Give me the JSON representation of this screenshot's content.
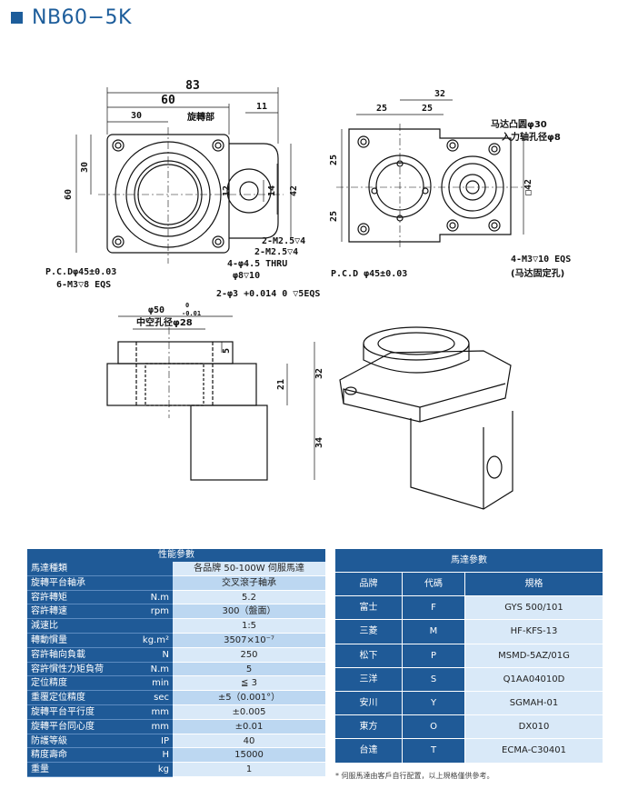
{
  "title": "NB60−5K",
  "drawing": {
    "top_dims": {
      "d83": "83",
      "d60": "60",
      "d30": "30",
      "d11": "11",
      "d30v": "30",
      "d60v": "60",
      "d12": "12",
      "d14": "14",
      "d42": "42",
      "rot_label": "旋轉部"
    },
    "front_callouts": {
      "m2_1": "2-M2.5▽4",
      "m2_2": "2-M2.5▽4",
      "holes": "4-φ4.5 THRU",
      "cbore": "φ8▽10",
      "pin": "2-φ3 +0.014 0 ▽5EQS",
      "pcd": "P.C.Dφ45±0.03",
      "m3": "6-M3▽8 EQS"
    },
    "right_view": {
      "d32": "32",
      "d25a": "25",
      "d25b": "25",
      "d25v1": "25",
      "d25v2": "25",
      "sq42": "□42",
      "motor_boss": "马达凸圆φ30",
      "input_shaft": "入力轴孔径φ8",
      "m3_holes": "4-M3▽10 EQS",
      "m3_note": "(马达固定孔)",
      "pcd": "P.C.D φ45±0.03"
    },
    "side_view": {
      "d50": "φ50",
      "d50_tol_up": "0",
      "d50_tol_dn": "-0.01",
      "hollow": "中空孔径φ28",
      "d5": "5",
      "d21": "21",
      "d32": "32",
      "d34": "34"
    }
  },
  "spec_table": {
    "title": "性能參數",
    "rows": [
      {
        "label": "馬達種類",
        "unit": "",
        "value": "各品牌 50-100W 伺服馬達"
      },
      {
        "label": "旋轉平台軸承",
        "unit": "",
        "value": "交叉滾子軸承"
      },
      {
        "label": "容許轉矩",
        "unit": "N.m",
        "value": "5.2"
      },
      {
        "label": "容許轉速",
        "unit": "rpm",
        "value": "300（盤面）"
      },
      {
        "label": "減速比",
        "unit": "",
        "value": "1:5"
      },
      {
        "label": "轉動慣量",
        "unit": "kg.m²",
        "value": "3507×10⁻⁷"
      },
      {
        "label": "容許軸向負載",
        "unit": "N",
        "value": "250"
      },
      {
        "label": "容許慣性力矩負荷",
        "unit": "N.m",
        "value": "5"
      },
      {
        "label": "定位精度",
        "unit": "min",
        "value": "≦ 3"
      },
      {
        "label": "重覆定位精度",
        "unit": "sec",
        "value": "±5（0.001°）"
      },
      {
        "label": "旋轉平台平行度",
        "unit": "mm",
        "value": "±0.005"
      },
      {
        "label": "旋轉平台同心度",
        "unit": "mm",
        "value": "±0.01"
      },
      {
        "label": "防護等級",
        "unit": "IP",
        "value": "40"
      },
      {
        "label": "精度壽命",
        "unit": "H",
        "value": "15000"
      },
      {
        "label": "重量",
        "unit": "kg",
        "value": "1"
      }
    ]
  },
  "motor_table": {
    "title": "馬達參數",
    "columns": [
      "品牌",
      "代碼",
      "規格"
    ],
    "rows": [
      {
        "brand": "富士",
        "code": "F",
        "spec": "GYS 500/101"
      },
      {
        "brand": "三菱",
        "code": "M",
        "spec": "HF-KFS-13"
      },
      {
        "brand": "松下",
        "code": "P",
        "spec": "MSMD-5AZ/01G"
      },
      {
        "brand": "三洋",
        "code": "S",
        "spec": "Q1AA04010D"
      },
      {
        "brand": "安川",
        "code": "Y",
        "spec": "SGMAH-01"
      },
      {
        "brand": "東方",
        "code": "O",
        "spec": "DX010"
      },
      {
        "brand": "台達",
        "code": "T",
        "spec": "ECMA-C30401"
      }
    ],
    "note": "* 伺服馬達由客戶自行配置，以上規格僅供參考。"
  },
  "colors": {
    "brand": "#1d5d9b",
    "table_head": "#1f5a97",
    "row_light": "#d9e9f8",
    "row_dark": "#bcd7f1"
  }
}
